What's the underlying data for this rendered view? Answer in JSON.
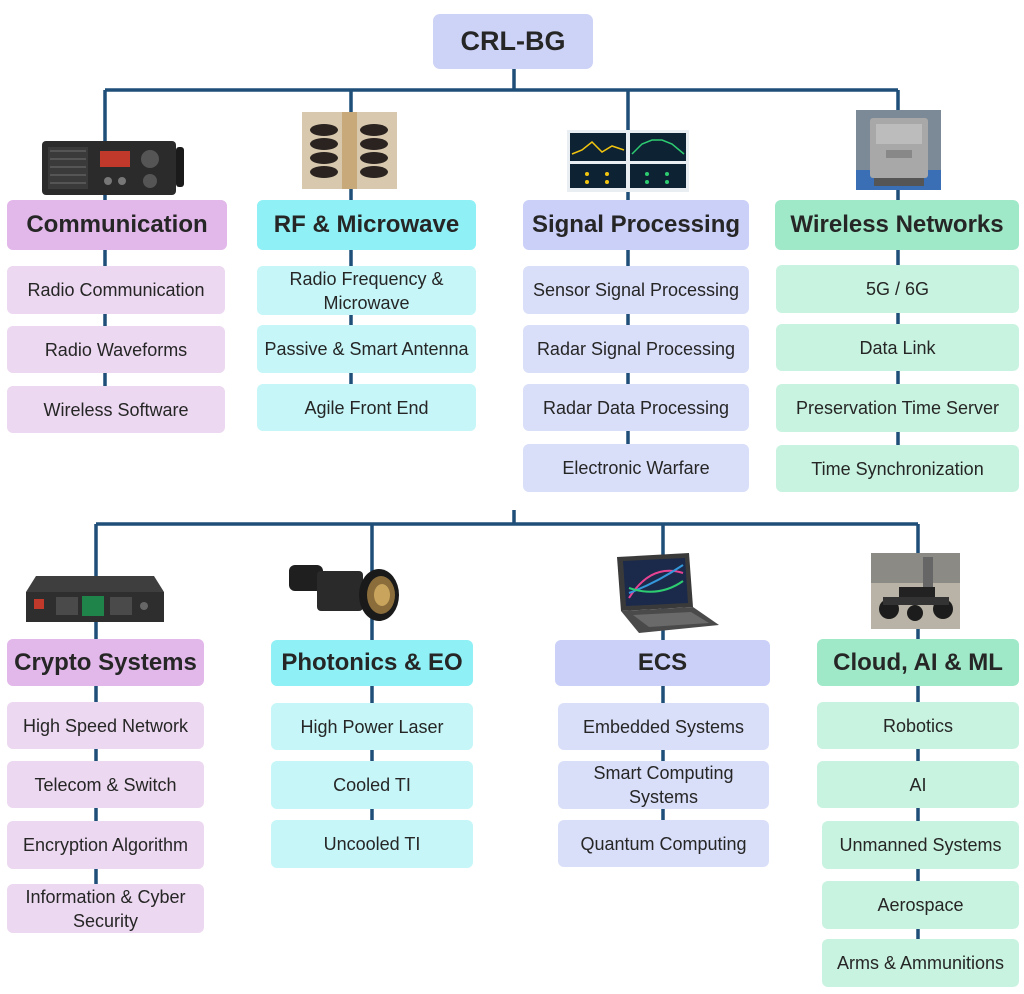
{
  "root": "CRL-BG",
  "colors": {
    "connector": "#1f4e79",
    "purple": "#e2b7ea",
    "cyan": "#8ff0f5",
    "blue": "#cbd0f8",
    "green": "#9fe8c8"
  },
  "top_row": [
    {
      "title": "Communication",
      "icon": "radio-transceiver-image",
      "items": [
        "Radio Communication",
        "Radio Waveforms",
        "Wireless Software"
      ]
    },
    {
      "title": "RF & Microwave",
      "icon": "antenna-array-image",
      "items": [
        "Radio Frequency & Microwave",
        "Passive & Smart Antenna",
        "Agile Front End"
      ]
    },
    {
      "title": "Signal Processing",
      "icon": "signal-display-image",
      "items": [
        "Sensor Signal Processing",
        "Radar Signal Processing",
        "Radar Data Processing",
        "Electronic Warfare"
      ]
    },
    {
      "title": "Wireless Networks",
      "icon": "network-unit-image",
      "items": [
        "5G / 6G",
        "Data Link",
        "Preservation Time Server",
        "Time Synchronization"
      ]
    }
  ],
  "bottom_row": [
    {
      "title": "Crypto Systems",
      "icon": "rack-encryptor-image",
      "items": [
        "High Speed Network",
        "Telecom & Switch",
        "Encryption Algorithm",
        "Information & Cyber Security"
      ]
    },
    {
      "title": "Photonics & EO",
      "icon": "thermal-camera-image",
      "items": [
        "High Power Laser",
        "Cooled TI",
        "Uncooled TI"
      ]
    },
    {
      "title": "ECS",
      "icon": "rugged-laptop-image",
      "items": [
        "Embedded Systems",
        "Smart Computing Systems",
        "Quantum Computing"
      ]
    },
    {
      "title": "Cloud, AI & ML",
      "icon": "robot-vehicle-image",
      "items": [
        "Robotics",
        "AI",
        "Unmanned Systems",
        "Aerospace",
        "Arms & Ammunitions"
      ]
    }
  ]
}
